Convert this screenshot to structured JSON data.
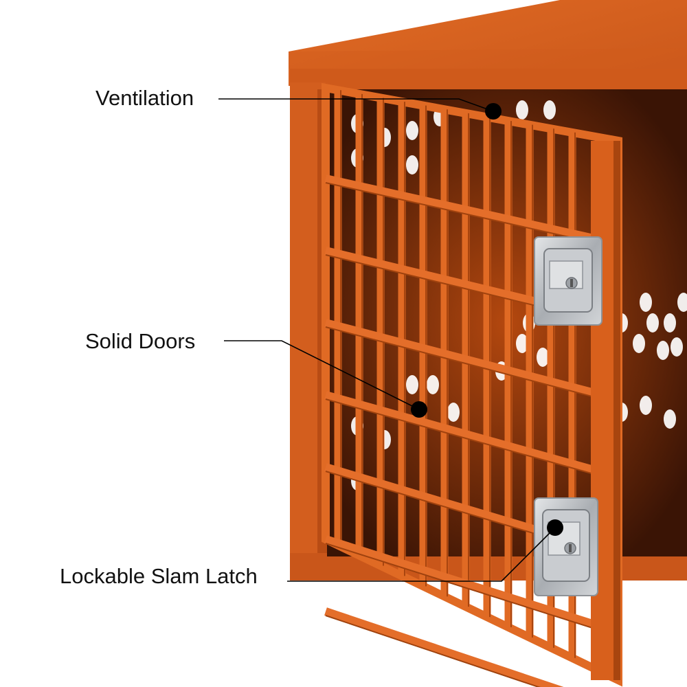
{
  "callouts": [
    {
      "id": "ventilation",
      "label": "Ventilation"
    },
    {
      "id": "solid-doors",
      "label": "Solid Doors"
    },
    {
      "id": "slam-latch",
      "label": "Lockable Slam Latch"
    }
  ],
  "colors": {
    "crate": "#d8601c",
    "crate_light": "#e8722a",
    "crate_dark": "#7a2e0a",
    "interior": "#3a1405",
    "steel": "#b9bcc0",
    "callout": "#000000"
  }
}
